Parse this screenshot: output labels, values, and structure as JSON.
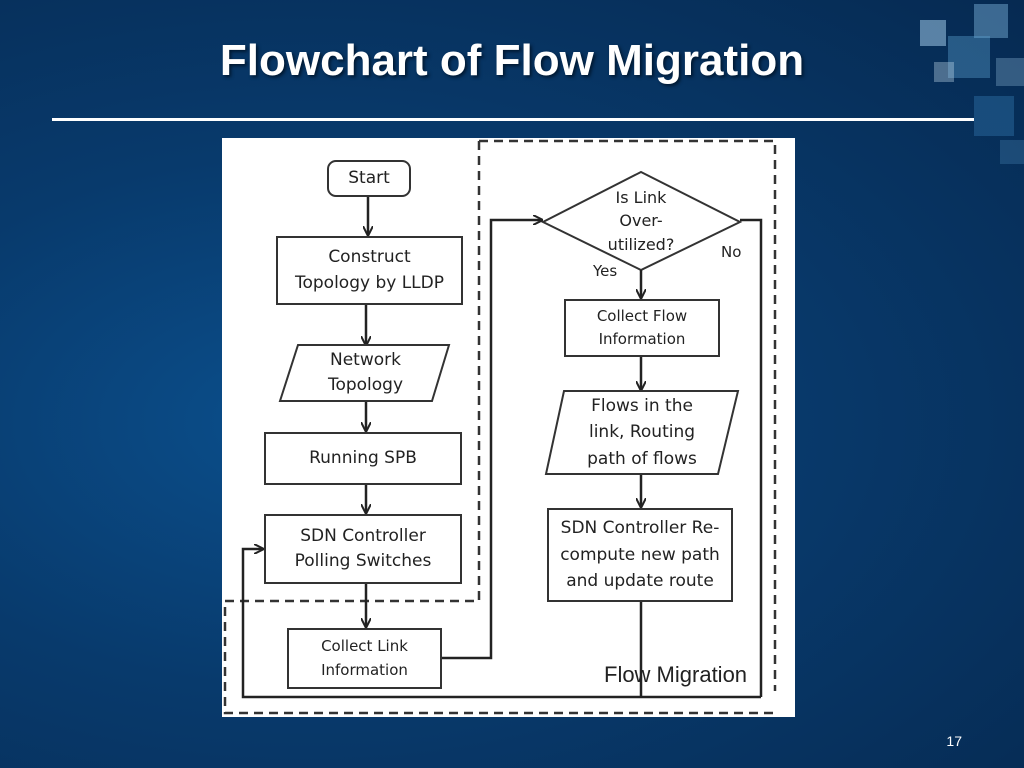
{
  "slide": {
    "title": "Flowchart of Flow Migration",
    "page_number": "17"
  },
  "flowchart": {
    "start": "Start",
    "construct_topology": "Construct\nTopology by LLDP",
    "network_topology": "Network\nTopology",
    "running_spb": "Running SPB",
    "sdn_polling": "SDN Controller\nPolling Switches",
    "collect_link_info": "Collect  Link\nInformation",
    "decision": "Is Link\nOver-\nutilized?",
    "yes_label": "Yes",
    "no_label": "No",
    "collect_flow_info": "Collect  Flow\nInformation",
    "flows_in_link": "Flows in the\nlink, Routing\npath of flows",
    "recompute": "SDN Controller Re-\ncompute new path\nand update route",
    "flow_migration_label": "Flow Migration"
  },
  "colors": {
    "background": "#083a6c",
    "title_text": "#ffffff",
    "diagram_line": "#222222"
  }
}
